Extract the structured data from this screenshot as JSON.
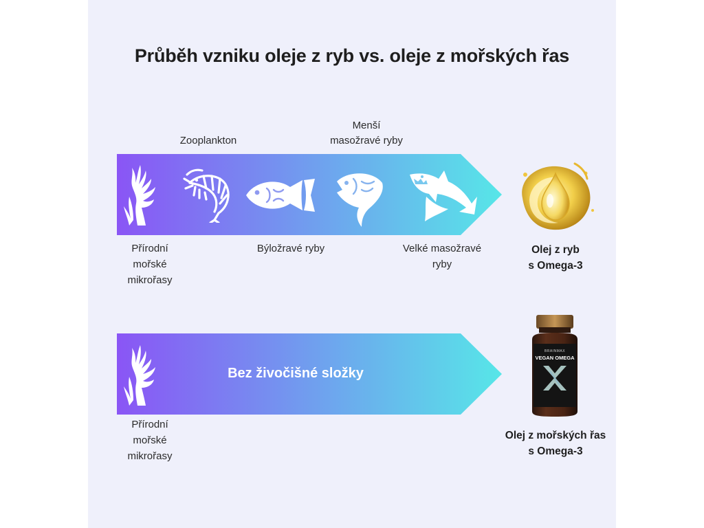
{
  "title": "Průběh vzniku oleje z ryb vs. oleje z mořských řas",
  "colors": {
    "gradient_start": "#8a55f5",
    "gradient_end": "#57e6e8",
    "background": "#eff0fb"
  },
  "fish_chain": {
    "top_labels": {
      "zooplankton": "Zooplankton",
      "small_predators_line1": "Menší",
      "small_predators_line2": "masožravé ryby"
    },
    "bottom_labels": {
      "algae_line1": "Přírodní",
      "algae_line2": "mořské",
      "algae_line3": "mikrořasy",
      "herbivores": "Býložravé ryby",
      "large_predators_line1": "Velké masožravé",
      "large_predators_line2": "ryby"
    },
    "icons": [
      "seaweed-icon",
      "shrimp-icon",
      "fish-icon",
      "jumping-fish-icon",
      "shark-icon"
    ],
    "result_line1": "Olej z ryb",
    "result_line2": "s Omega-3"
  },
  "algae_chain": {
    "center_text": "Bez živočišné složky",
    "algae_line1": "Přírodní",
    "algae_line2": "mořské",
    "algae_line3": "mikrořasy",
    "icons": [
      "seaweed-icon"
    ],
    "result_line1": "Olej z mořských řas",
    "result_line2": "s Omega-3"
  },
  "product": {
    "brand": "BRAINMAX",
    "name": "VEGAN OMEGA"
  }
}
